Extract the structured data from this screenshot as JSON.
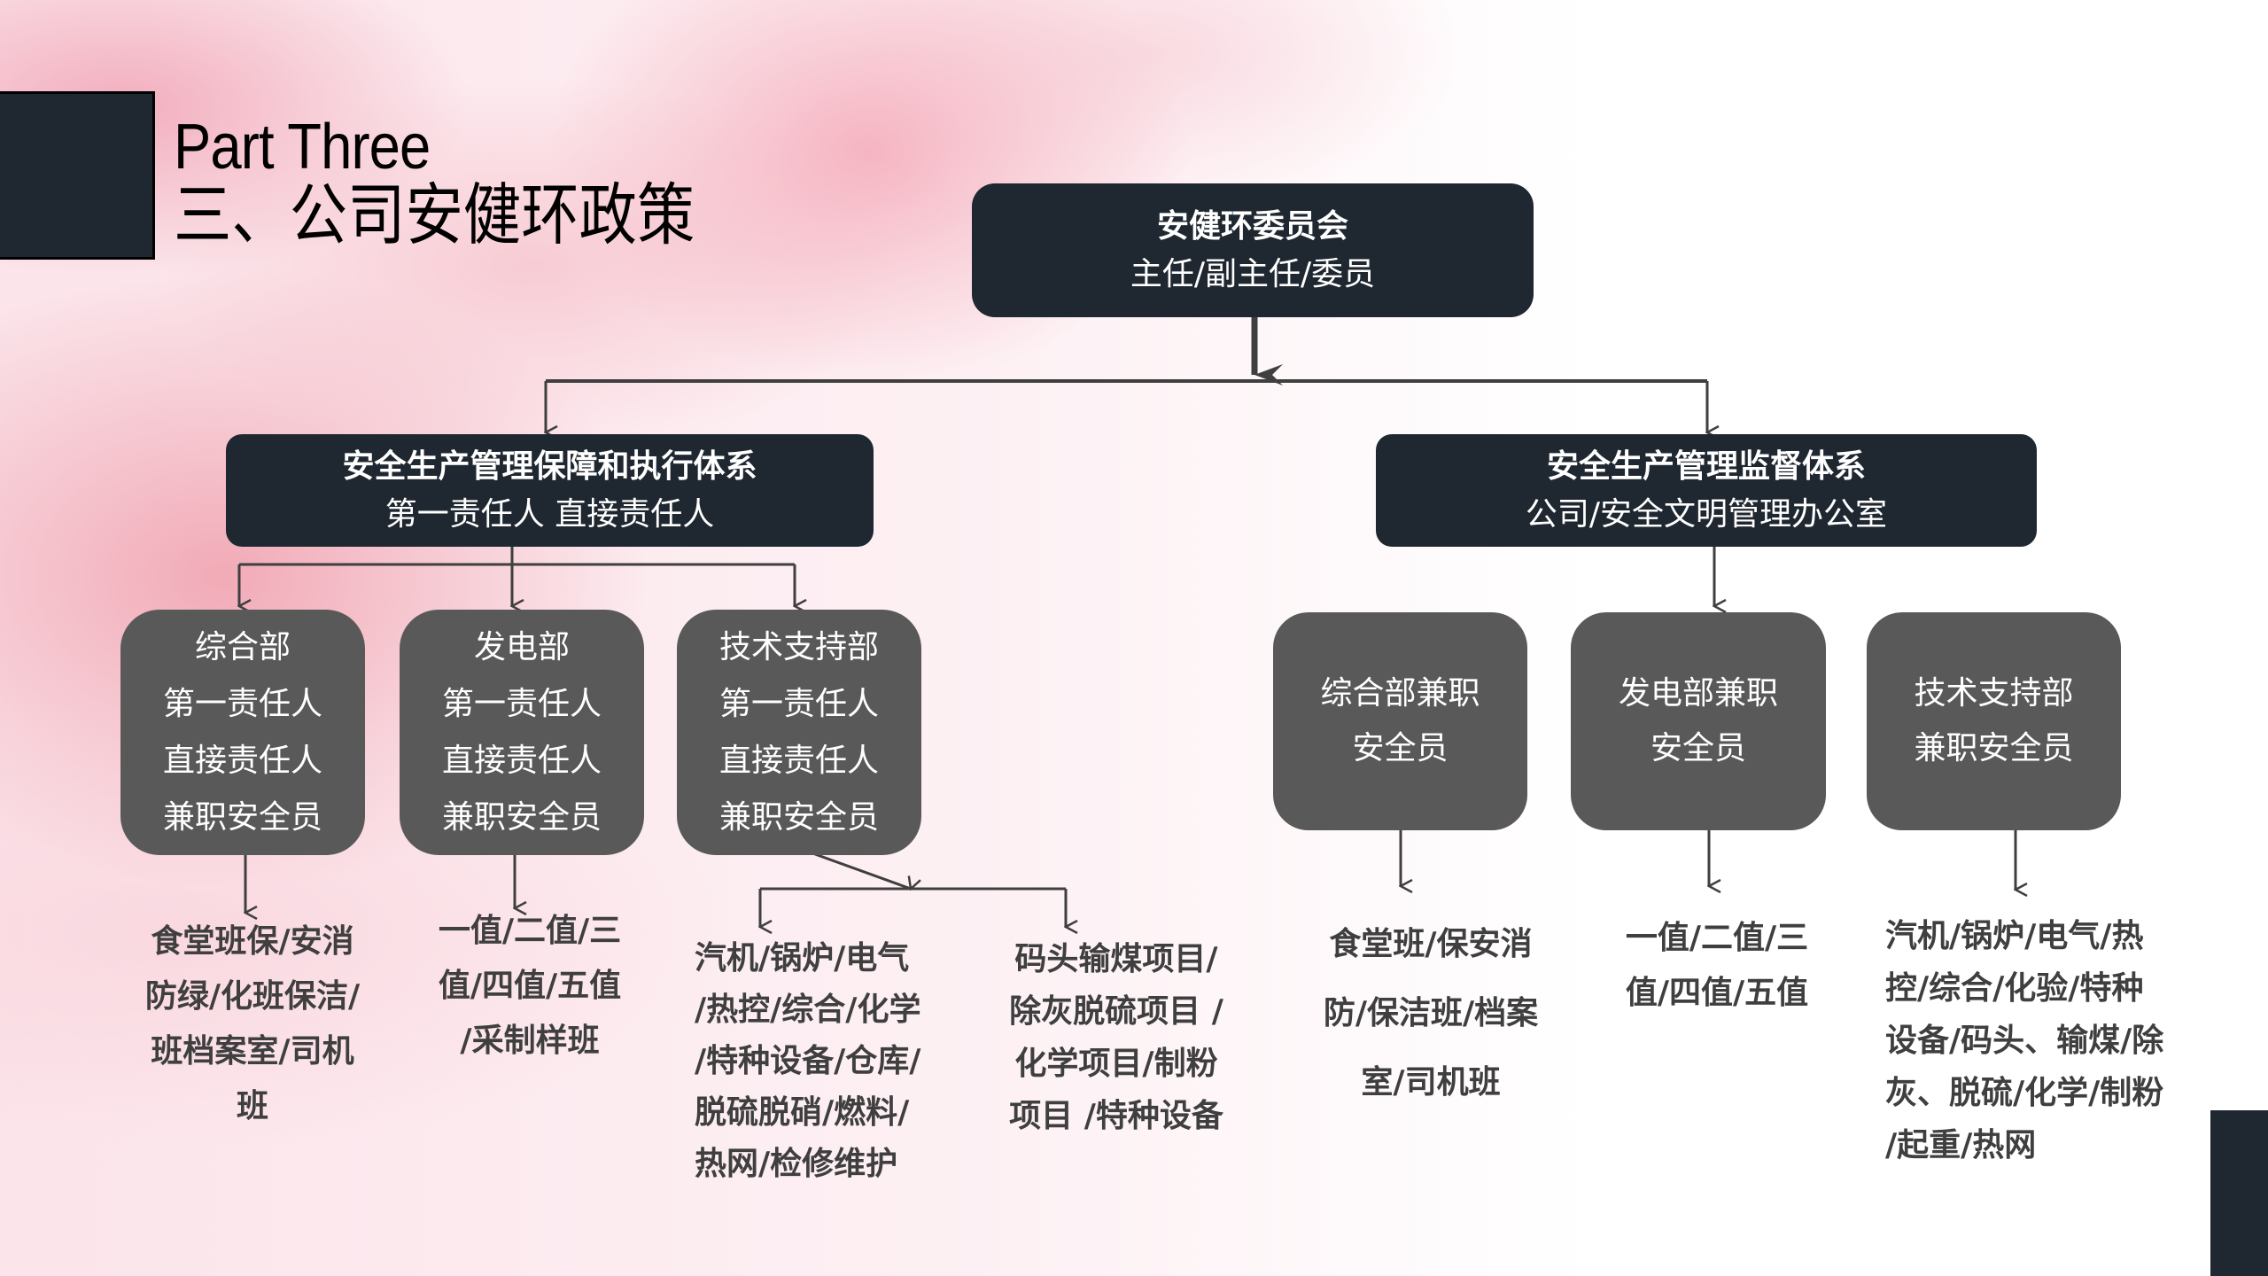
{
  "slide": {
    "title_en": "Part Three",
    "title_cn": "三、公司安健环政策",
    "colors": {
      "dark_box": "#1f2730",
      "gray_box": "#595959",
      "line": "#3f3f3f",
      "leaf_text": "#3f3f3f",
      "background_accent": "#f2a9b8"
    }
  },
  "chart_data": {
    "type": "org-chart",
    "root": {
      "title": "安健环委员会",
      "subtitle": "主任/副主任/委员"
    },
    "branches": [
      {
        "title": "安全生产管理保障和执行体系",
        "subtitle": "第一责任人 直接责任人",
        "departments": [
          {
            "lines": [
              "综合部",
              "第一责任人",
              "直接责任人",
              "兼职安全员"
            ],
            "teams": [
              "食堂班保/安消",
              "防绿/化班保洁/",
              "班档案室/司机",
              "班"
            ]
          },
          {
            "lines": [
              "发电部",
              "第一责任人",
              "直接责任人",
              "兼职安全员"
            ],
            "teams": [
              "一值/二值/三",
              "值/四值/五值",
              "/采制样班"
            ]
          },
          {
            "lines": [
              "技术支持部",
              "第一责任人",
              "直接责任人",
              "兼职安全员"
            ],
            "teams_a": [
              "汽机/锅炉/电气",
              "/热控/综合/化学",
              "/特种设备/仓库/",
              "脱硫脱硝/燃料/",
              "热网/检修维护"
            ],
            "teams_b": [
              "码头输煤项目/",
              "除灰脱硫项目 /",
              "化学项目/制粉",
              "项目 /特种设备"
            ]
          }
        ]
      },
      {
        "title": "安全生产管理监督体系",
        "subtitle": "公司/安全文明管理办公室",
        "departments": [
          {
            "lines": [
              "综合部兼职",
              "安全员"
            ],
            "teams": [
              "食堂班/保安消",
              "防/保洁班/档案",
              "室/司机班"
            ]
          },
          {
            "lines": [
              "发电部兼职",
              "安全员"
            ],
            "teams": [
              "一值/二值/三",
              "值/四值/五值"
            ]
          },
          {
            "lines": [
              "技术支持部",
              "兼职安全员"
            ],
            "teams": [
              "汽机/锅炉/电气/热",
              "控/综合/化验/特种",
              "设备/码头、输煤/除",
              "灰、脱硫/化学/制粉",
              "/起重/热网"
            ]
          }
        ]
      }
    ]
  }
}
